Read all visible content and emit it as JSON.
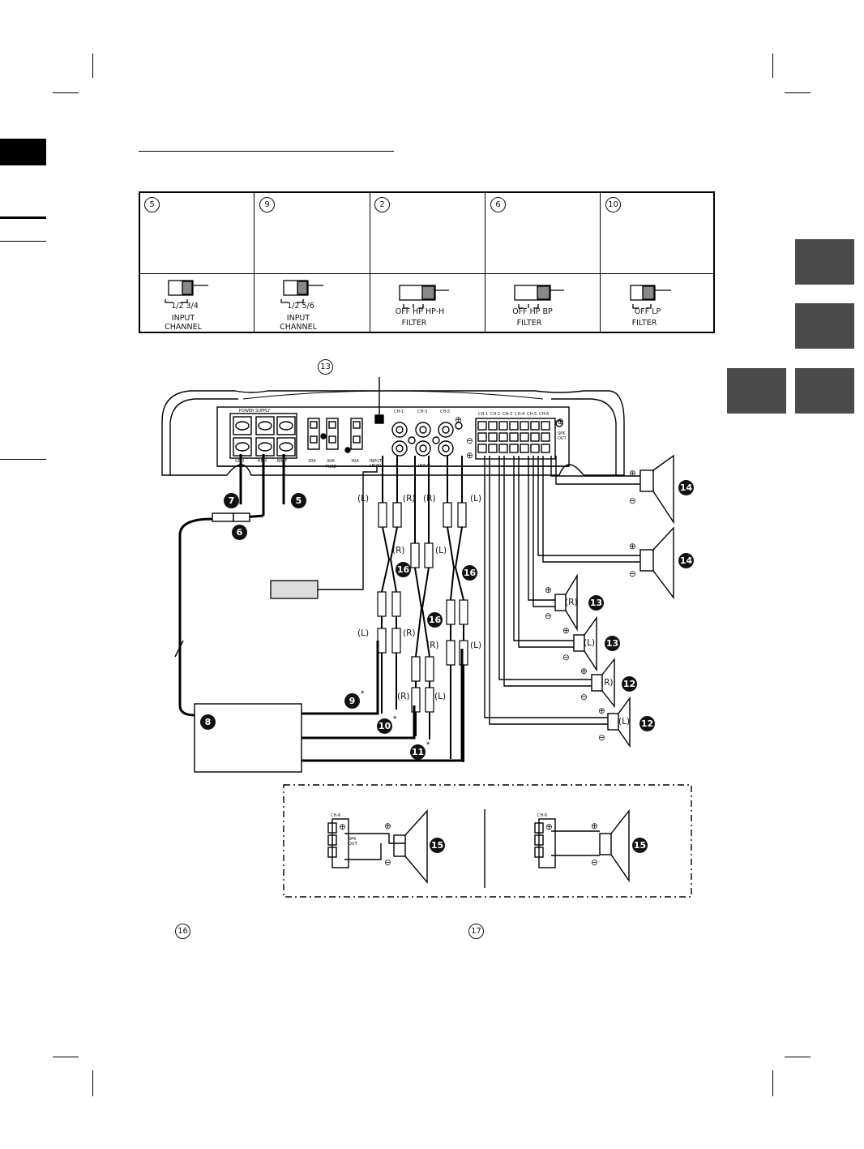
{
  "markers": {
    "n5": "5",
    "n9": "9",
    "n2": "2",
    "n6": "6",
    "n10": "10",
    "n13_top": "13",
    "n7": "7",
    "n8": "8",
    "n11": "11",
    "n12": "12",
    "n14": "14",
    "n15": "15",
    "n16": "16",
    "n17": "17",
    "star": "*"
  },
  "switch_table": [
    {
      "marker": "5",
      "positions": "1/2   3/4",
      "caption_line1": "INPUT",
      "caption_line2": "CHANNEL"
    },
    {
      "marker": "9",
      "positions": "1/2   5/6",
      "caption_line1": "INPUT",
      "caption_line2": "CHANNEL"
    },
    {
      "marker": "2",
      "positions": "OFF  HP  HP-H",
      "caption_line1": "FILTER",
      "caption_line2": ""
    },
    {
      "marker": "6",
      "positions": "OFF  HP  BP",
      "caption_line1": "FILTER",
      "caption_line2": ""
    },
    {
      "marker": "10",
      "positions": "OFF   LP",
      "caption_line1": "FILTER",
      "caption_line2": ""
    }
  ],
  "amp_panel": {
    "power_supply": "POWER SUPPLY",
    "fuse": "30A",
    "fuse_label": "FUSE",
    "input_level": "INPUT LEVEL",
    "input": "INPUT",
    "spk_out": "SPK OUT",
    "ch1": "CH-1",
    "ch2": "CH-2",
    "ch3": "CH-3",
    "ch4": "CH-4",
    "ch5": "CH-5",
    "ch6": "CH-6",
    "rem": "REM",
    "batt": "BATT",
    "gnd": "GND"
  },
  "channel_labels": {
    "L": "(L)",
    "R": "(R)"
  },
  "polarity": {
    "plus": "⊕",
    "minus": "⊖"
  }
}
